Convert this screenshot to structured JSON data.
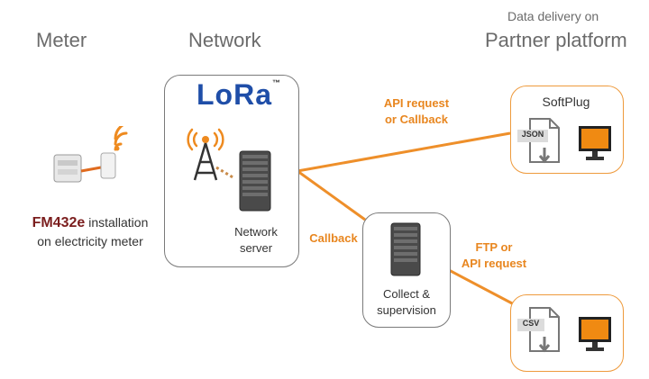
{
  "columns": {
    "meter": "Meter",
    "network": "Network",
    "partner_sub": "Data delivery on",
    "partner": "Partner platform"
  },
  "meter": {
    "device_name": "FM432e",
    "caption_line1": " installation",
    "caption_line2": "on electricity meter"
  },
  "network": {
    "logo": "LoRa",
    "logo_tm": "™",
    "server_line1": "Network",
    "server_line2": "server"
  },
  "collect": {
    "line1": "Collect &",
    "line2": "supervision"
  },
  "links": {
    "api_line1": "API request",
    "api_line2": "or Callback",
    "callback": "Callback",
    "ftp_line1": "FTP or",
    "ftp_line2": "API request"
  },
  "softplug": {
    "title": "SoftPlug",
    "file_label": "JSON"
  },
  "csv_platform": {
    "file_label": "CSV"
  },
  "colors": {
    "accent": "#e8861f",
    "text_gray": "#6b6b6b",
    "box_border": "#7a7a7a"
  }
}
